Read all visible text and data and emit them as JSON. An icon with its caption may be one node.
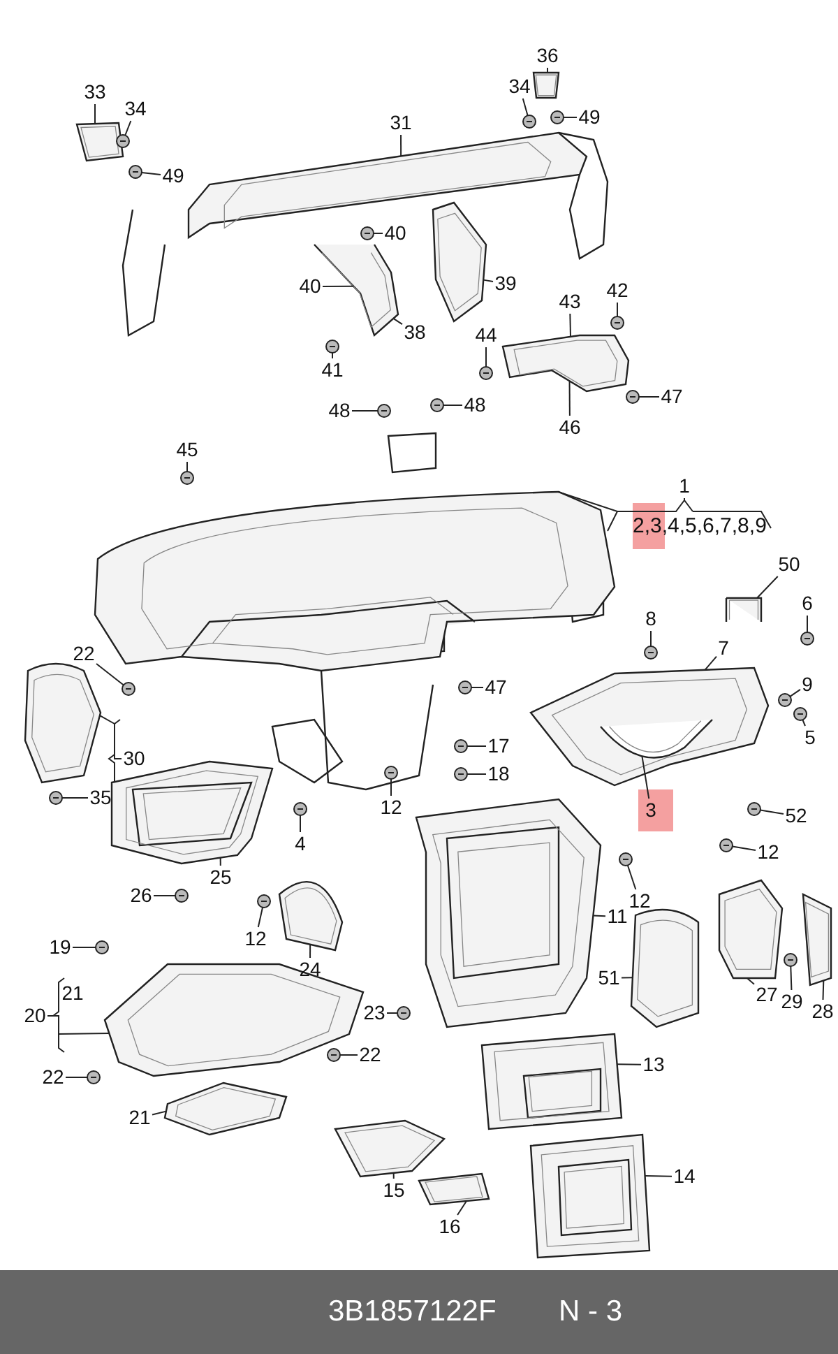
{
  "diagram": {
    "nodes": [
      {
        "text": [
          "33"
        ]
      },
      {
        "text": [
          "34"
        ]
      },
      {
        "text": [
          "36"
        ]
      },
      {
        "text": [
          "34"
        ]
      },
      {
        "text": [
          "49"
        ]
      },
      {
        "text": [
          "31"
        ]
      },
      {
        "text": [
          "49"
        ]
      },
      {
        "text": [
          "40"
        ]
      },
      {
        "text": [
          "40"
        ]
      },
      {
        "text": [
          "39"
        ]
      },
      {
        "text": [
          "43"
        ]
      },
      {
        "text": [
          "42"
        ]
      },
      {
        "text": [
          "38"
        ]
      },
      {
        "text": [
          "41"
        ]
      },
      {
        "text": [
          "44"
        ]
      },
      {
        "text": [
          "47"
        ]
      },
      {
        "text": [
          "48"
        ]
      },
      {
        "text": [
          "48"
        ]
      },
      {
        "text": [
          "46"
        ]
      },
      {
        "text": [
          "45"
        ]
      },
      {
        "text": [
          "1"
        ]
      },
      {
        "text": [
          "50"
        ]
      },
      {
        "text": [
          "6"
        ]
      },
      {
        "text": [
          "8"
        ]
      },
      {
        "text": [
          "22"
        ]
      },
      {
        "text": [
          "7"
        ]
      },
      {
        "text": [
          "47"
        ]
      },
      {
        "text": [
          "9"
        ]
      },
      {
        "text": [
          "5"
        ]
      },
      {
        "text": [
          "17"
        ]
      },
      {
        "text": [
          "30"
        ]
      },
      {
        "text": [
          "18"
        ]
      },
      {
        "text": [
          "35"
        ]
      },
      {
        "text": [
          "12"
        ]
      },
      {
        "text": [
          "3"
        ]
      },
      {
        "text": [
          "52"
        ]
      },
      {
        "text": [
          "4"
        ]
      },
      {
        "text": [
          "12"
        ]
      },
      {
        "text": [
          "25"
        ]
      },
      {
        "text": [
          "26"
        ]
      },
      {
        "text": [
          "12"
        ]
      },
      {
        "text": [
          "11"
        ]
      },
      {
        "text": [
          "12"
        ]
      },
      {
        "text": [
          "19"
        ]
      },
      {
        "text": [
          "24"
        ]
      },
      {
        "text": [
          "51"
        ]
      },
      {
        "text": [
          "21"
        ]
      },
      {
        "text": [
          "27"
        ]
      },
      {
        "text": [
          "29"
        ]
      },
      {
        "text": [
          "28"
        ]
      },
      {
        "text": [
          "20"
        ]
      },
      {
        "text": [
          "23"
        ]
      },
      {
        "text": [
          "22"
        ]
      },
      {
        "text": [
          "22"
        ]
      },
      {
        "text": [
          "13"
        ]
      },
      {
        "text": [
          "21"
        ]
      },
      {
        "text": [
          "14"
        ]
      },
      {
        "text": [
          "15"
        ]
      },
      {
        "text": [
          "16"
        ]
      },
      {
        "text": [],
        "shape": "picture"
      },
      {
        "text": [],
        "shape": "picture"
      },
      {
        "text": [],
        "shape": "picture"
      },
      {
        "text": [],
        "shape": "picture"
      },
      {
        "text": [],
        "shape": "picture"
      },
      {
        "text": [],
        "shape": "picture"
      },
      {
        "text": [],
        "shape": "picture"
      },
      {
        "text": [],
        "shape": "picture"
      },
      {
        "text": [],
        "shape": "picture"
      },
      {
        "text": [],
        "shape": "picture"
      },
      {
        "text": [],
        "shape": "picture"
      },
      {
        "text": [],
        "shape": "picture"
      },
      {
        "text": [],
        "shape": "picture"
      },
      {
        "text": [],
        "shape": "picture"
      },
      {
        "text": [],
        "shape": "picture"
      },
      {
        "text": [],
        "shape": "picture"
      },
      {
        "text": [],
        "shape": "picture"
      },
      {
        "text": [],
        "shape": "picture"
      },
      {
        "text": [],
        "shape": "picture"
      },
      {
        "text": [],
        "shape": "picture"
      },
      {
        "text": [],
        "shape": "picture"
      },
      {
        "text": [],
        "shape": "picture"
      },
      {
        "text": [],
        "shape": "circle"
      },
      {
        "text": [],
        "shape": "circle"
      },
      {
        "text": [],
        "shape": "circle"
      },
      {
        "text": [],
        "shape": "circle"
      },
      {
        "text": [],
        "shape": "circle"
      },
      {
        "text": [],
        "shape": "circle"
      },
      {
        "text": [],
        "shape": "circle"
      },
      {
        "text": [],
        "shape": "circle"
      },
      {
        "text": [],
        "shape": "circle"
      },
      {
        "text": [],
        "shape": "circle"
      },
      {
        "text": [],
        "shape": "circle"
      },
      {
        "text": [],
        "shape": "circle"
      },
      {
        "text": [],
        "shape": "circle"
      },
      {
        "text": [],
        "shape": "circle"
      },
      {
        "text": [],
        "shape": "circle"
      },
      {
        "text": [],
        "shape": "circle"
      },
      {
        "text": [],
        "shape": "circle"
      },
      {
        "text": [],
        "shape": "circle"
      },
      {
        "text": [],
        "shape": "circle"
      },
      {
        "text": [],
        "shape": "circle"
      },
      {
        "text": [],
        "shape": "circle"
      },
      {
        "text": [],
        "shape": "circle"
      },
      {
        "text": [],
        "shape": "circle"
      },
      {
        "text": [],
        "shape": "circle"
      },
      {
        "text": [],
        "shape": "circle"
      },
      {
        "text": [],
        "shape": "circle"
      },
      {
        "text": [],
        "shape": "circle"
      },
      {
        "text": [],
        "shape": "circle"
      },
      {
        "text": [],
        "shape": "circle"
      },
      {
        "text": [],
        "shape": "circle"
      },
      {
        "text": [],
        "shape": "circle"
      },
      {
        "text": [],
        "shape": "circle"
      },
      {
        "text": [],
        "shape": "circle"
      }
    ],
    "edges": [
      {
        "from": 0,
        "to": 60,
        "arrow": "none"
      },
      {
        "from": 1,
        "to": 81,
        "arrow": "none"
      },
      {
        "from": 2,
        "to": 61,
        "arrow": "none"
      },
      {
        "from": 3,
        "to": 82,
        "arrow": "none"
      },
      {
        "from": 4,
        "to": 83,
        "arrow": "none"
      },
      {
        "from": 5,
        "to": 59,
        "arrow": "none"
      },
      {
        "from": 6,
        "to": 84,
        "arrow": "none"
      },
      {
        "from": 7,
        "to": 85,
        "arrow": "none"
      },
      {
        "from": 8,
        "to": 63,
        "arrow": "none"
      },
      {
        "from": 9,
        "to": 62,
        "arrow": "none"
      },
      {
        "from": 10,
        "to": 64,
        "arrow": "none"
      },
      {
        "from": 11,
        "to": 86,
        "arrow": "none"
      },
      {
        "from": 12,
        "to": 63,
        "arrow": "none"
      },
      {
        "from": 13,
        "to": 87,
        "arrow": "none"
      },
      {
        "from": 14,
        "to": 88,
        "arrow": "none"
      },
      {
        "from": 15,
        "to": 89,
        "arrow": "none"
      },
      {
        "from": 16,
        "to": 90,
        "arrow": "none"
      },
      {
        "from": 17,
        "to": 91,
        "arrow": "none"
      },
      {
        "from": 18,
        "to": 64,
        "arrow": "none"
      },
      {
        "from": 19,
        "to": 92,
        "arrow": "none"
      },
      {
        "from": 20,
        "to": 65,
        "arrow": "none"
      },
      {
        "from": 21,
        "to": 66,
        "arrow": "none"
      },
      {
        "from": 22,
        "to": 93,
        "arrow": "none"
      },
      {
        "from": 23,
        "to": 94,
        "arrow": "none"
      },
      {
        "from": 24,
        "to": 95,
        "arrow": "none"
      },
      {
        "from": 25,
        "to": 67,
        "arrow": "none"
      },
      {
        "from": 26,
        "to": 96,
        "arrow": "none"
      },
      {
        "from": 27,
        "to": 97,
        "arrow": "none"
      },
      {
        "from": 28,
        "to": 98,
        "arrow": "none"
      },
      {
        "from": 29,
        "to": 99,
        "arrow": "none"
      },
      {
        "from": 30,
        "to": 68,
        "arrow": "none"
      },
      {
        "from": 31,
        "to": 100,
        "arrow": "none"
      },
      {
        "from": 32,
        "to": 101,
        "arrow": "none"
      },
      {
        "from": 33,
        "to": 102,
        "arrow": "none"
      },
      {
        "from": 34,
        "to": 67,
        "arrow": "none"
      },
      {
        "from": 35,
        "to": 103,
        "arrow": "none"
      },
      {
        "from": 36,
        "to": 104,
        "arrow": "none"
      },
      {
        "from": 37,
        "to": 105,
        "arrow": "none"
      },
      {
        "from": 38,
        "to": 69,
        "arrow": "none"
      },
      {
        "from": 39,
        "to": 106,
        "arrow": "none"
      },
      {
        "from": 40,
        "to": 107,
        "arrow": "none"
      },
      {
        "from": 41,
        "to": 70,
        "arrow": "none"
      },
      {
        "from": 42,
        "to": 108,
        "arrow": "none"
      },
      {
        "from": 43,
        "to": 109,
        "arrow": "none"
      },
      {
        "from": 44,
        "to": 71,
        "arrow": "none"
      },
      {
        "from": 45,
        "to": 76,
        "arrow": "none"
      },
      {
        "from": 47,
        "to": 77,
        "arrow": "none"
      },
      {
        "from": 48,
        "to": 110,
        "arrow": "none"
      },
      {
        "from": 49,
        "to": 78,
        "arrow": "none"
      },
      {
        "from": 50,
        "to": 72,
        "arrow": "none"
      },
      {
        "from": 51,
        "to": 111,
        "arrow": "none"
      },
      {
        "from": 52,
        "to": 112,
        "arrow": "none"
      },
      {
        "from": 53,
        "to": 113,
        "arrow": "none"
      },
      {
        "from": 54,
        "to": 79,
        "arrow": "none"
      },
      {
        "from": 55,
        "to": 73,
        "arrow": "none"
      },
      {
        "from": 56,
        "to": 80,
        "arrow": "none"
      },
      {
        "from": 57,
        "to": 74,
        "arrow": "none"
      },
      {
        "from": 58,
        "to": 75,
        "arrow": "none"
      }
    ],
    "labels": [
      "2,3,4,5,6,7,8,9",
      "3B1857122F",
      "N - 3"
    ]
  }
}
